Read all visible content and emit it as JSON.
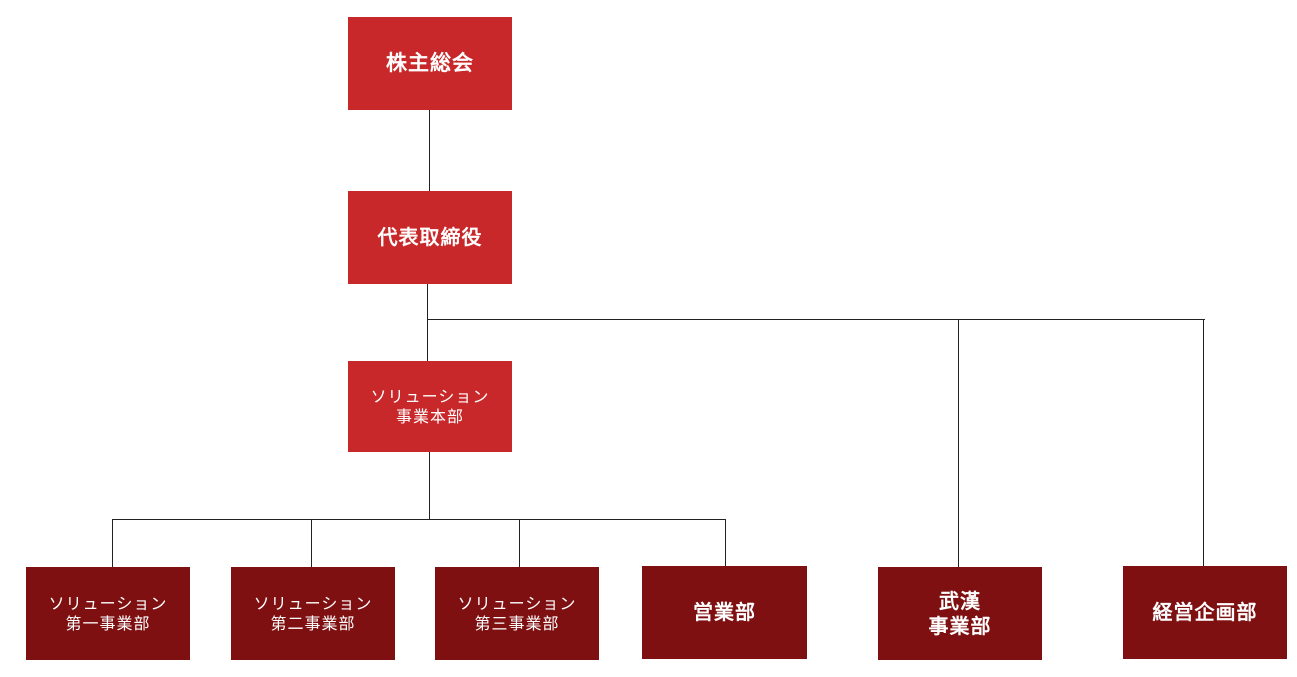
{
  "chart": {
    "nodes": {
      "shareholders": {
        "line1": "株主総会"
      },
      "ceo": {
        "line1": "代表取締役"
      },
      "solution_hq": {
        "line1": "ソリューション",
        "line2": "事業本部"
      },
      "solution_1": {
        "line1": "ソリューション",
        "line2": "第一事業部"
      },
      "solution_2": {
        "line1": "ソリューション",
        "line2": "第二事業部"
      },
      "solution_3": {
        "line1": "ソリューション",
        "line2": "第三事業部"
      },
      "sales": {
        "line1": "営業部"
      },
      "wuhan": {
        "line1": "武漢",
        "line2": "事業部"
      },
      "planning": {
        "line1": "経営企画部"
      }
    },
    "colors": {
      "primary": "#c8282a",
      "secondary": "#7e1011",
      "line": "#222222",
      "text": "#ffffff"
    }
  }
}
